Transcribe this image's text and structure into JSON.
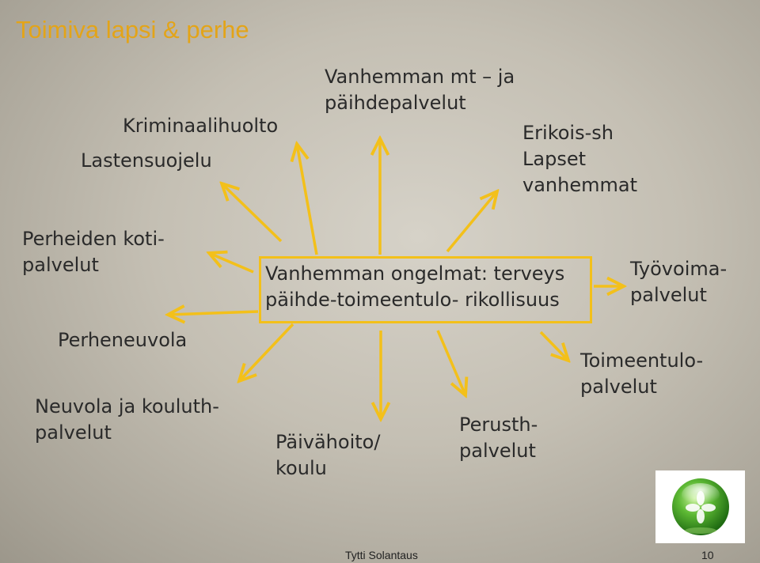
{
  "title": "Toimiva lapsi & perhe",
  "center": {
    "line1": "Vanhemman ongelmat: terveys",
    "line2": "päihde-toimeentulo- rikollisuus"
  },
  "nodes": {
    "kriminaalihuolto": "Kriminaalihuolto",
    "lastensuojelu": "Lastensuojelu",
    "vanhemman_mt": {
      "line1": "Vanhemman mt – ja",
      "line2": "päihdepalvelut"
    },
    "erikois_sh": {
      "line1": "Erikois-sh",
      "line2": "Lapset",
      "line3": "vanhemmat"
    },
    "perheiden_koti": {
      "line1": "Perheiden koti-",
      "line2": "palvelut"
    },
    "tyovoima": {
      "line1": "Työvoima-",
      "line2": "palvelut"
    },
    "perheneuvola": "Perheneuvola",
    "toimeentulo": {
      "line1": "Toimeentulo-",
      "line2": "palvelut"
    },
    "neuvola": {
      "line1": "Neuvola ja kouluth-",
      "line2": "palvelut"
    },
    "paivahoito": {
      "line1": "Päivähoito/",
      "line2": "koulu"
    },
    "perusth": {
      "line1": "Perusth-",
      "line2": "palvelut"
    }
  },
  "footer": {
    "author": "Tytti Solantaus",
    "page": "10"
  },
  "colors": {
    "accent": "#f3c01a",
    "title": "#e3a418",
    "logo": "#5cb833"
  },
  "icons": [
    "green-sphere-logo-icon"
  ]
}
